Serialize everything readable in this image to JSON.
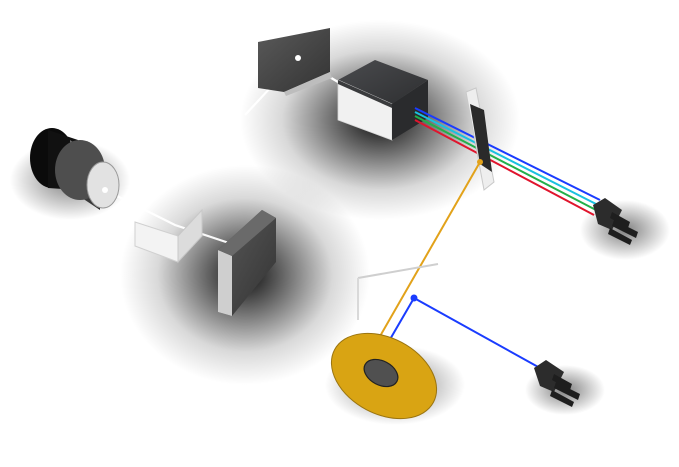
{
  "diagram": {
    "kind": "optical-setup-illustration",
    "text_labels": [],
    "colors": {
      "background": "#ffffff",
      "shadow": "#000000",
      "module_body_dark": "#3a3b3d",
      "module_body_light": "#f2f2f2",
      "lens_housing": "#111111",
      "lens_barrel": "#5f5f5f",
      "mirror_panel": "#4a4a4a",
      "beam_white": "#ffffff",
      "beam_blue": "#1a3cff",
      "beam_cyan": "#19c0e0",
      "beam_green": "#22b04a",
      "beam_red": "#e0152d",
      "beam_orange": "#e2a21a",
      "disc_gold": "#d9a413",
      "disc_center": "#505050",
      "fiber_connector": "#2c2c2c"
    },
    "components": [
      {
        "id": "light-source-lens",
        "icon": "camera-lens-icon"
      },
      {
        "id": "beam-splitter-plate",
        "icon": "glass-plate-icon"
      },
      {
        "id": "folding-mirror-lower",
        "icon": "mirror-panel-icon"
      },
      {
        "id": "folding-mirror-upper",
        "icon": "mirror-panel-icon"
      },
      {
        "id": "color-combiner-box",
        "icon": "module-box-icon"
      },
      {
        "id": "dichroic-mirror",
        "icon": "dichroic-plate-icon"
      },
      {
        "id": "output-fiber-connector-top",
        "icon": "fiber-connector-icon"
      },
      {
        "id": "pickup-plate",
        "icon": "glass-plate-icon"
      },
      {
        "id": "gold-disc",
        "icon": "disc-icon"
      },
      {
        "id": "output-fiber-connector-bottom",
        "icon": "fiber-connector-icon"
      }
    ],
    "beams": [
      {
        "id": "white-beam",
        "color_key": "beam_white"
      },
      {
        "id": "rgb-beam-bundle",
        "colors": [
          "beam_blue",
          "beam_cyan",
          "beam_green",
          "beam_red"
        ]
      },
      {
        "id": "orange-beam",
        "color_key": "beam_orange"
      },
      {
        "id": "blue-return-beam",
        "color_key": "beam_blue"
      }
    ]
  }
}
